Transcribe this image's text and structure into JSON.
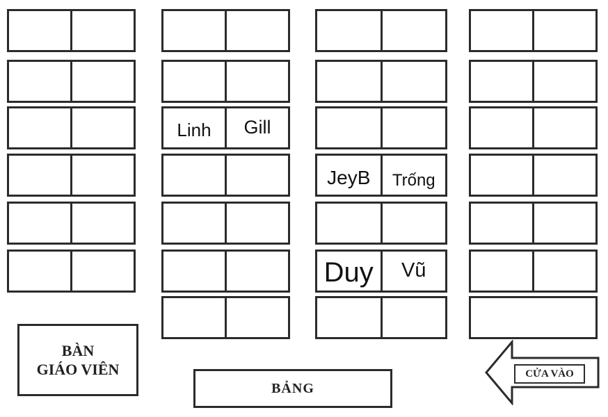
{
  "title": "",
  "desk_columns": [
    {
      "id": "col1",
      "rows": 6
    },
    {
      "id": "col2",
      "rows": 7
    },
    {
      "id": "col3",
      "rows": 7
    },
    {
      "id": "col4",
      "rows": 7
    }
  ],
  "seat_names": {
    "col2-r3-left": "Linh",
    "col2-r3-right": "Gill",
    "col3-r4-left": "JeyB",
    "col3-r4-right": "Trống",
    "col3-r6-left": "Duy",
    "col3-r6-right": "Vũ"
  },
  "labels": {
    "teacher_desk_line1": "BÀN",
    "teacher_desk_line2": "GIÁO VIÊN",
    "board": "BẢNG",
    "door": "CỬA VÀO"
  },
  "colors": {
    "line": "#2b2b2b",
    "background": "#ffffff",
    "text": "#111111"
  }
}
